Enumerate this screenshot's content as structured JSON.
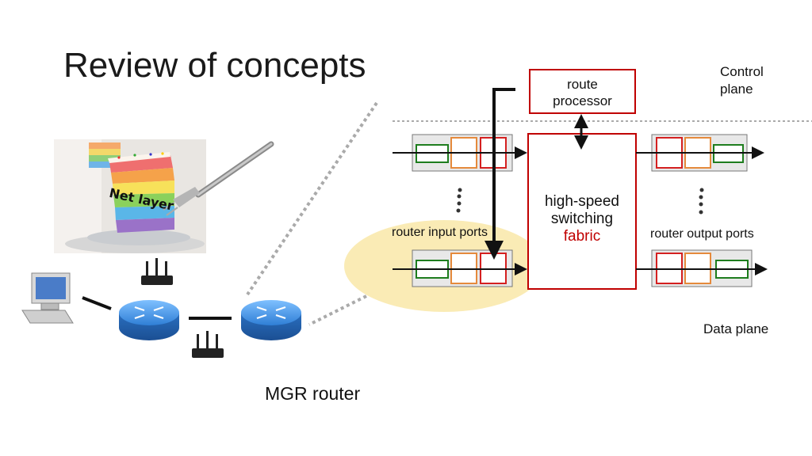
{
  "slide": {
    "title": "Review of concepts"
  },
  "planes": {
    "control": "Control\nplane",
    "data": "Data plane"
  },
  "router_arch": {
    "route_processor": "route\nprocessor",
    "fabric_line1": "high-speed",
    "fabric_line2": "switching",
    "fabric_line3": "fabric",
    "input_ports": "router input ports",
    "output_ports": "router output ports"
  },
  "cake": {
    "label": "Net layer"
  },
  "network": {
    "router_caption": "MGR router"
  },
  "colors": {
    "queue_green": "#1e7d1e",
    "queue_orange": "#e58a3c",
    "queue_red": "#d42020",
    "fabric_border": "#c00000",
    "highlight": "#f9e7a8",
    "router_blue": "#2f7fd6"
  },
  "icons": [
    "desktop-computer-icon",
    "wifi-router-icon",
    "router-icon",
    "layer-cake-image",
    "fork-icon"
  ]
}
